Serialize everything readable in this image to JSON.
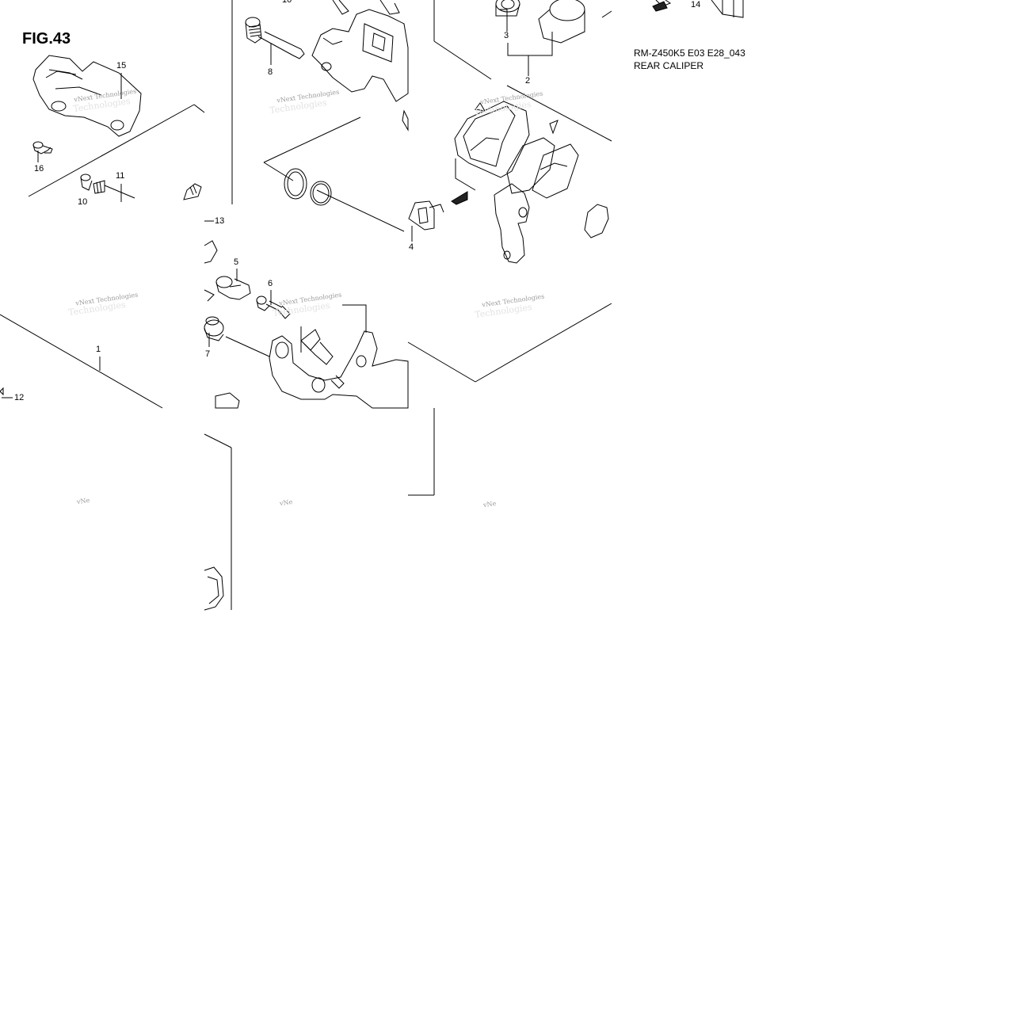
{
  "figure": {
    "title": "FIG.43",
    "code": "RM-Z450K5 E03 E28_043",
    "name": "REAR CALIPER"
  },
  "callouts": {
    "c1": "1",
    "c2": "2",
    "c3": "3",
    "c4": "4",
    "c5": "5",
    "c6": "6",
    "c7": "7",
    "c8": "8",
    "c10a": "10",
    "c10b": "10",
    "c11": "11",
    "c12": "12",
    "c13": "13",
    "c14": "14",
    "c15": "15",
    "c16": "16"
  },
  "watermark": {
    "line1": "vNext Technologies",
    "line1_cut": "vNe",
    "line2": "Technologies"
  }
}
